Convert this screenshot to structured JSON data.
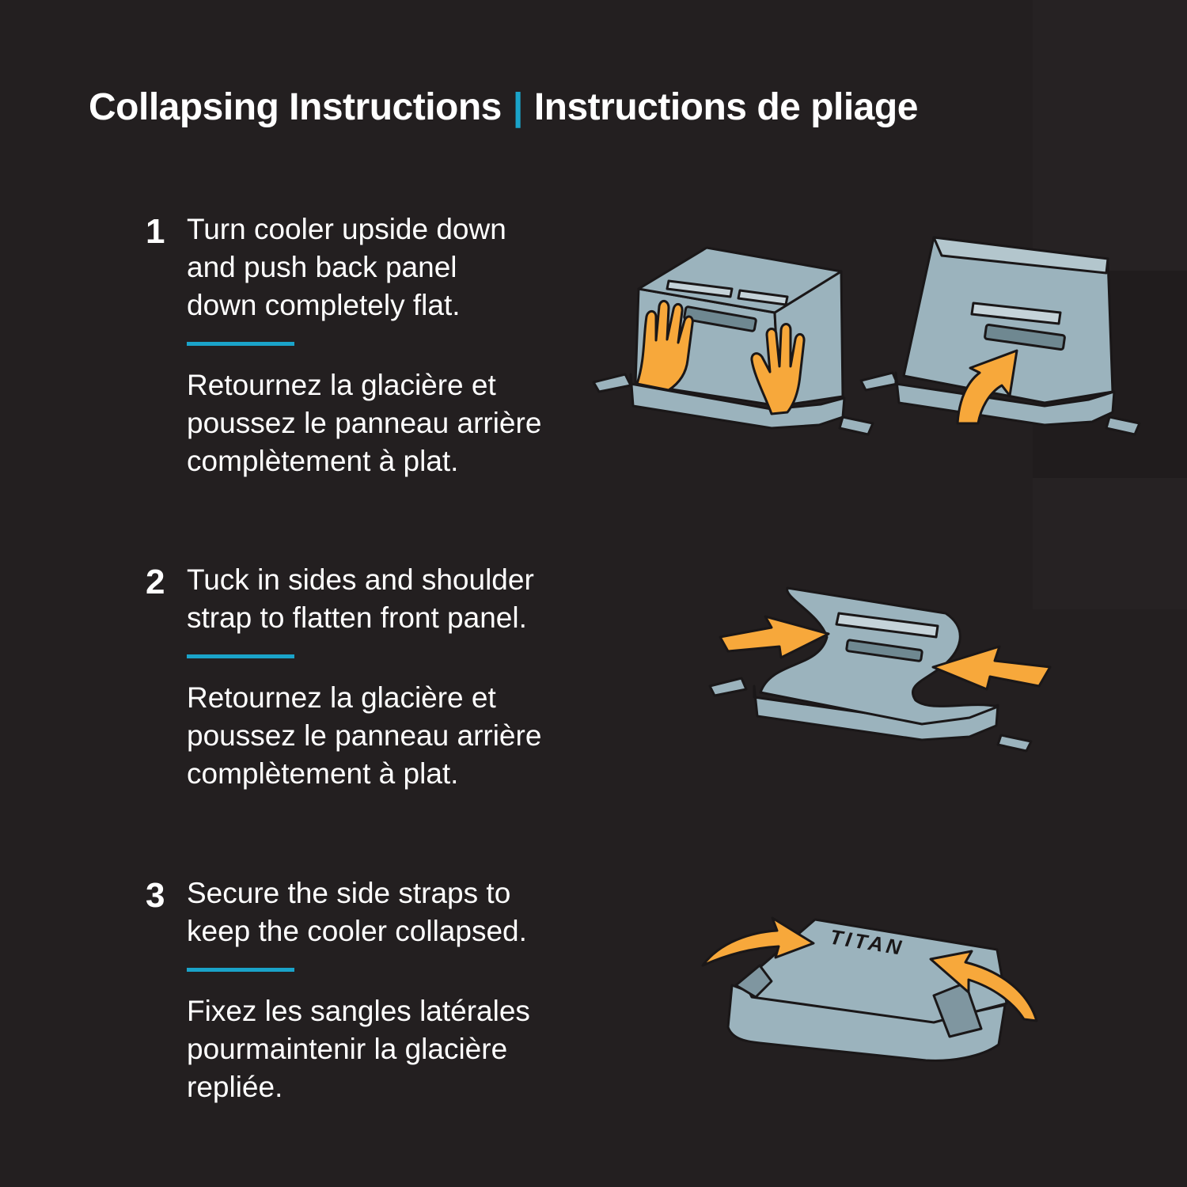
{
  "title": {
    "english": "Collapsing Instructions",
    "separator": "|",
    "french": "Instructions de pliage"
  },
  "steps": [
    {
      "number": "1",
      "english": "Turn cooler upside down\nand push back panel\ndown completely flat.",
      "french": "Retournez la glacière et\npoussez le panneau arrière\ncomplètement à plat."
    },
    {
      "number": "2",
      "english": "Tuck in sides and shoulder\nstrap to flatten front panel.",
      "french": "Retournez la glacière et\npoussez le panneau arrière\ncomplètement à plat."
    },
    {
      "number": "3",
      "english": "Secure the side straps to\nkeep the cooler collapsed.",
      "french": "Fixez les sangles latérales\npourmaintenir la glacière\nrepliée."
    }
  ],
  "illustrations": {
    "step3_logo": "TITAN"
  },
  "colors": {
    "background": "#231f20",
    "accent": "#1aa3c9",
    "cooler": "#9bb3bd",
    "arrow": "#f7a83b",
    "outline": "#1a1718"
  },
  "icons": [
    "hand-icon",
    "arrow-icon",
    "cooler-icon"
  ]
}
